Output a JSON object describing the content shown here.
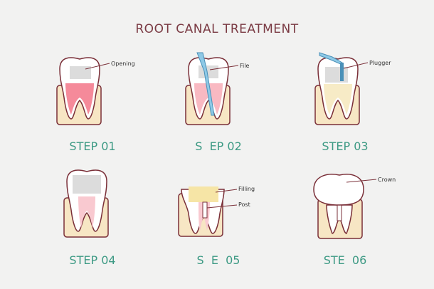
{
  "title": "ROOT CANAL TREATMENT",
  "steps": [
    {
      "label": "STEP 01",
      "callouts": [
        "Opening"
      ]
    },
    {
      "label": "S  EP 02",
      "callouts": [
        "File"
      ]
    },
    {
      "label": "STEP 03",
      "callouts": [
        "Plugger"
      ]
    },
    {
      "label": "STEP 04",
      "callouts": []
    },
    {
      "label": "S  E  05",
      "callouts": [
        "Filling",
        "Post"
      ]
    },
    {
      "label": "STE  06",
      "callouts": [
        "Crown"
      ]
    }
  ],
  "colors": {
    "title": "#7a3a43",
    "step_label": "#3d9a84",
    "outline": "#7a2f38",
    "gum": "#f7e6c4",
    "pulp": "#f58a9a",
    "enamel": "#ffffff",
    "instrument": "#8ec9e6",
    "filling": "#f6e5a6"
  }
}
